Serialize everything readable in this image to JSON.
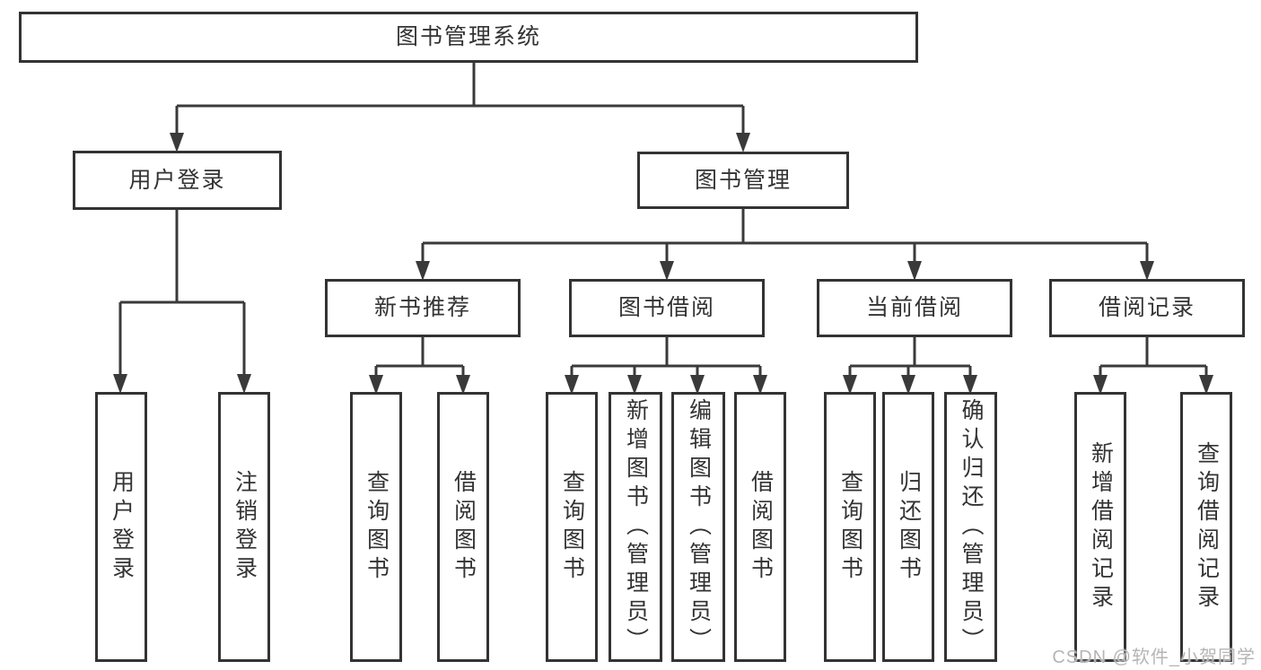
{
  "diagram": {
    "root": {
      "label": "图书管理系统"
    },
    "level2": [
      {
        "label": "用户登录",
        "children": [
          {
            "label": "用户登录"
          },
          {
            "label": "注销登录"
          }
        ]
      },
      {
        "label": "图书管理",
        "children": [
          {
            "label": "新书推荐",
            "children": [
              {
                "label": "查询图书"
              },
              {
                "label": "借阅图书"
              }
            ]
          },
          {
            "label": "图书借阅",
            "children": [
              {
                "label": "查询图书"
              },
              {
                "label": "新增图书（管理员）"
              },
              {
                "label": "编辑图书（管理员）"
              },
              {
                "label": "借阅图书"
              }
            ]
          },
          {
            "label": "当前借阅",
            "children": [
              {
                "label": "查询图书"
              },
              {
                "label": "归还图书"
              },
              {
                "label": "确认归还（管理员）"
              }
            ]
          },
          {
            "label": "借阅记录",
            "children": [
              {
                "label": "新增借阅记录"
              },
              {
                "label": "查询借阅记录"
              }
            ]
          }
        ]
      }
    ]
  },
  "watermark": {
    "text": "CSDN @软件_小贺同学"
  },
  "colors": {
    "line": "#3a3a3a",
    "box_border": "#333333",
    "text": "#333333",
    "background": "#ffffff",
    "watermark": "#b5b5b5"
  }
}
